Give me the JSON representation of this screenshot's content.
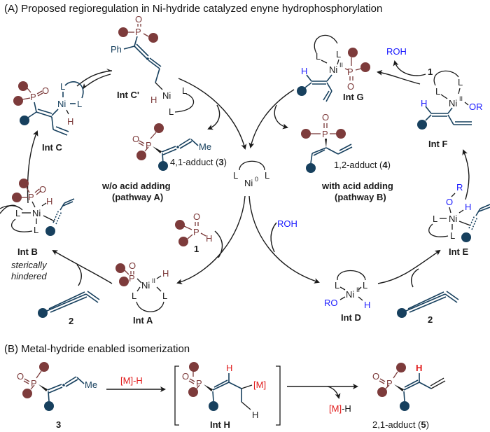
{
  "colors": {
    "phosphorus_group": "#7d3b3b",
    "substrate": "#17405e",
    "acid": "#1a1aff",
    "highlight": "#e01818",
    "text": "#1a1a1a"
  },
  "panel_a": {
    "title": "(A) Proposed regioregulation in Ni-hydride catalyzed enyne hydrophosphorylation",
    "pathway_a": {
      "line1": "w/o acid adding",
      "line2": "(pathway A)"
    },
    "pathway_b": {
      "line1": "with acid  adding",
      "line2": "(pathway B)"
    },
    "catalyst": {
      "ligand": "L",
      "metal": "Ni",
      "oxidation": "0"
    },
    "intermediates": {
      "int_a": "Int A",
      "int_b": "Int B",
      "int_b_note_1": "sterically",
      "int_b_note_2": "hindered",
      "int_c": "Int C",
      "int_c_prime": "Int C'",
      "int_d": "Int D",
      "int_e": "Int E",
      "int_f": "Int F",
      "int_g": "Int G"
    },
    "reagents": {
      "compound_1": "1",
      "compound_2": "2",
      "roh": "ROH"
    },
    "products": {
      "adduct_41_prefix": "4,1-adduct (",
      "adduct_41_num": "3",
      "adduct_12_prefix": "1,2-adduct (",
      "adduct_12_num": "4",
      "close_paren": ")"
    },
    "atoms": {
      "P": "P",
      "O": "O",
      "H": "H",
      "Ni": "Ni",
      "L": "L",
      "Ph": "Ph",
      "Me": "Me",
      "OR": "OR",
      "RO": "RO",
      "R": "R",
      "II": "II",
      "zero": "0"
    }
  },
  "panel_b": {
    "title": "(B) Metal-hydride enabled isomerization",
    "reagent_label": "[M]",
    "reagent_suffix": "-H",
    "byproduct_label": "[M]",
    "byproduct_suffix": "-H",
    "compound_3": "3",
    "int_h": "Int H",
    "int_h_metal": "[M]",
    "adduct_21_prefix": "2,1-adduct (",
    "adduct_21_num": "5",
    "close_paren": ")"
  }
}
